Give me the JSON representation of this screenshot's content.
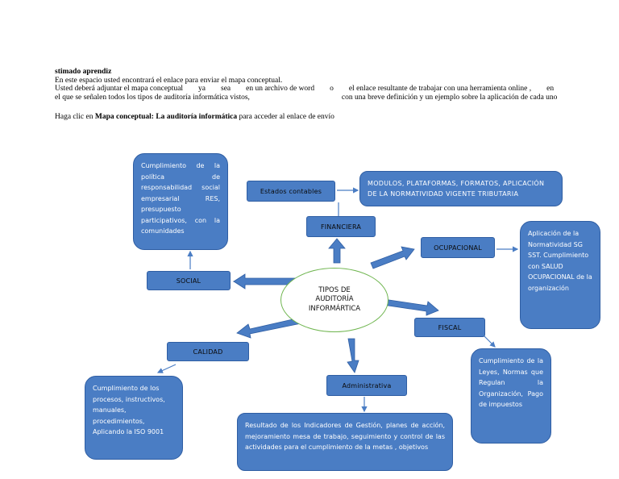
{
  "intro": {
    "title": "stimado aprendiz",
    "line1": "En este espacio usted encontrará el enlace para enviar el mapa conceptual.",
    "line2": "Usted deberá adjuntar el mapa conceptual        ya        sea        en un archivo de word        o        el enlace resultante de trabajar con una herramienta online ,        en",
    "line3": "el que se señalen todos los tipos de auditoría informática vistos,                                                con una breve definición y un ejemplo sobre la aplicación de cada uno",
    "cta_prefix": "Haga clic en ",
    "cta_link": "Mapa conceptual: La auditoría informática",
    "cta_suffix": " para acceder al enlace de envío"
  },
  "diagram": {
    "center": [
      "TIPOS DE",
      "AUDITORÍA",
      "INFORMÁRTICA"
    ],
    "labels": {
      "estados": "Estados contables",
      "financiera": "FINANCIERA",
      "ocupacional": "OCUPACIONAL",
      "social": "SOCIAL",
      "fiscal": "FISCAL",
      "calidad": "CALIDAD",
      "administrativa": "Administrativa"
    },
    "texts": {
      "social": "Cumplimiento de la política de responsabilidad social empresarial RES, presupuesto participativos, con la comunidades",
      "estados": "MODULOS, PLATAFORMAS, FORMATOS, APLICACIÓN DE LA NORMATIVIDAD VIGENTE TRIBUTARIA",
      "ocupacional": "Aplicación de la Normatividad SG SST. Cumplimiento con SALUD OCUPACIONAL de la organización",
      "fiscal": "Cumplimiento de la Leyes, Normas que Regulan la Organización, Pago de impuestos",
      "calidad": "Cumplimiento de los procesos, instructivos, manuales, procedimientos, Aplicando la ISO 9001",
      "administrativa": "Resultado de los Indicadores de Gestión, planes de acción, mejoramiento mesa de trabajo, seguimiento y control de las actividades para el cumplimiento de la metas , objetivos"
    }
  }
}
